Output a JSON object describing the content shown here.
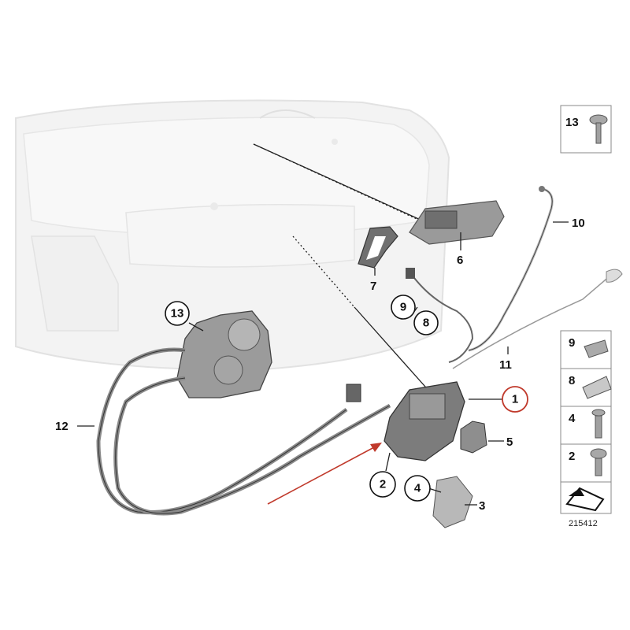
{
  "diagram": {
    "callouts": [
      {
        "id": "c1",
        "text": "1",
        "highlighted": true
      },
      {
        "id": "c2",
        "text": "2"
      },
      {
        "id": "c3",
        "text": "3"
      },
      {
        "id": "c4",
        "text": "4"
      },
      {
        "id": "c5",
        "text": "5"
      },
      {
        "id": "c6",
        "text": "6"
      },
      {
        "id": "c7",
        "text": "7"
      },
      {
        "id": "c8",
        "text": "8"
      },
      {
        "id": "c9",
        "text": "9"
      },
      {
        "id": "c10",
        "text": "10"
      },
      {
        "id": "c11",
        "text": "11"
      },
      {
        "id": "c12",
        "text": "12"
      },
      {
        "id": "c13",
        "text": "13"
      }
    ],
    "parts_legend": [
      {
        "label": "13",
        "icon": "screw-icon"
      },
      {
        "label": "9",
        "icon": "clip-icon"
      },
      {
        "label": "8",
        "icon": "grommet-icon"
      },
      {
        "label": "4",
        "icon": "screw-icon"
      },
      {
        "label": "2",
        "icon": "screw-icon"
      }
    ],
    "diagram_number": "215412",
    "colors": {
      "highlight_circle": "#c0392b",
      "arrow": "#c0392b",
      "lines": "#222222",
      "part_fill": "#8a8a8a",
      "body_fill": "#f2f2f2"
    }
  }
}
